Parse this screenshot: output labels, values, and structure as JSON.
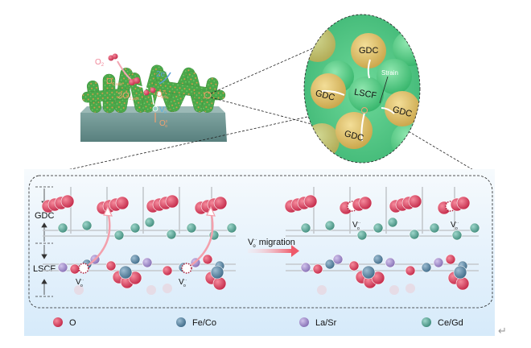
{
  "top_left": {
    "labels": {
      "o2": "O",
      "o2_sub": "2",
      "o2_ads": "O",
      "o2_ads_sub": "2,ads",
      "two_o_ads": "2O",
      "two_o_ads_sub": "2,ads",
      "electrons": "2e",
      "electrons_sup": "-",
      "o_ads": "O",
      "o_ads_sup": "2-",
      "o_ads_sub": "ads",
      "vacancy": "V",
      "vacancy_sup": "··",
      "vacancy_sub": "o",
      "lattice_o": "O",
      "lattice_o_sup": "x",
      "lattice_o_sub": "o"
    }
  },
  "zoom_circle": {
    "center_label": "LSCF",
    "gdc_labels": [
      "GDC",
      "GDC",
      "GDC",
      "GDC"
    ],
    "strain_label": "Strain"
  },
  "lattice_panel": {
    "layer_labels": [
      "GDC",
      "LSCF"
    ],
    "vacancy_label": "V",
    "vacancy_sup": "··",
    "vacancy_sub": "o",
    "migration_label": "migration"
  },
  "legend": [
    {
      "label": "O",
      "color": "#d23a55"
    },
    {
      "label": "Fe/Co",
      "color": "#4f7b98"
    },
    {
      "label": "La/Sr",
      "color": "#9b86c6"
    },
    {
      "label": "Ce/Gd",
      "color": "#5aa596"
    }
  ],
  "colors": {
    "oxygen": "#d23a55",
    "fe_co": "#4f7b98",
    "la_sr": "#9b86c6",
    "ce_gd": "#5aa596",
    "gdc": "#e0c56a",
    "lscf": "#5fd08a",
    "substrate": "#6f9391",
    "panel_bg": "#ddeefa",
    "label_orange": "#f0a070",
    "label_blue": "#5a9fd8"
  },
  "return_mark": "↵"
}
